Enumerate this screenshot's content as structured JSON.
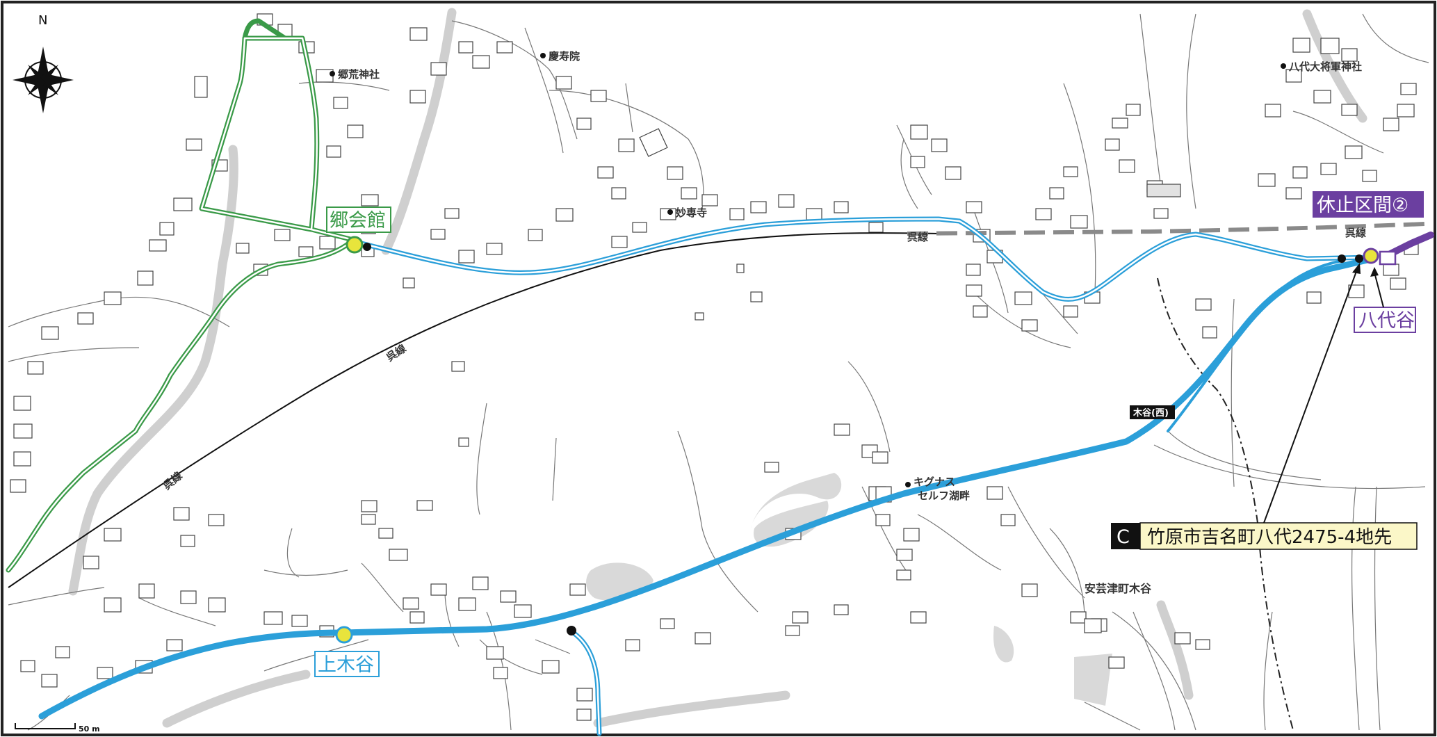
{
  "map": {
    "north_label": "N",
    "scale_label": "50 m",
    "rail_label": "呉線",
    "places": {
      "gokojinja": "郷荒神社",
      "keijuin": "慶寿院",
      "myosenji": "妙専寺",
      "yashiro_shrine": "八代大将軍神社",
      "kiguna_1": "キグナス",
      "kiguna_2": "セルフ湖畔",
      "akitsu_kidani": "安芸津町木谷",
      "kidani_ic": "木谷(西)"
    },
    "stops": {
      "gokaikan": "郷会館",
      "kamikidani": "上木谷",
      "yashirodani": "八代谷"
    },
    "suspended_section": "休止区間②",
    "location_marker": "C",
    "location_address": "竹原市吉名町八代2475-4地先",
    "colors": {
      "blue_route": "#2b9fd9",
      "green_route": "#3a9a48",
      "purple_route": "#6b3fa0",
      "stop_fill": "#e8e43c",
      "address_bg": "#fbf7c8"
    }
  }
}
